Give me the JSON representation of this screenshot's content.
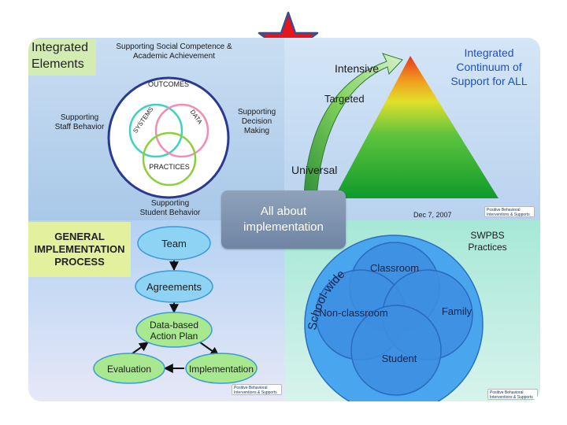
{
  "slide": {
    "callout_line1": "All about",
    "callout_line2": "implementation"
  },
  "integrated_elements": {
    "title_line1": "Integrated",
    "title_line2": "Elements",
    "top_label_line1": "Supporting Social Competence &",
    "top_label_line2": "Academic Achievement",
    "left_label_line1": "Supporting",
    "left_label_line2": "Staff Behavior",
    "right_label_line1": "Supporting",
    "right_label_line2": "Decision",
    "right_label_line3": "Making",
    "bottom_label_line1": "Supporting",
    "bottom_label_line2": "Student Behavior",
    "outcomes": "OUTCOMES",
    "systems": "SYSTEMS",
    "data": "DATA",
    "practices": "PRACTICES"
  },
  "continuum": {
    "title_line1": "Integrated",
    "title_line2": "Continuum of",
    "title_line3": "Support for ALL",
    "intensive": "Intensive",
    "targeted": "Targeted",
    "universal": "Universal",
    "date": "Dec 7, 2007",
    "pbis_line1": "Positive Behavioral",
    "pbis_line2": "Interventions & Supports"
  },
  "process": {
    "title_line1": "GENERAL",
    "title_line2": "IMPLEMENTATION",
    "title_line3": "PROCESS",
    "team": "Team",
    "agreements": "Agreements",
    "plan_line1": "Data-based",
    "plan_line2": "Action Plan",
    "evaluation": "Evaluation",
    "implementation": "Implementation",
    "pbis_line1": "Positive Behavioral",
    "pbis_line2": "Interventions & Supports"
  },
  "swpbs": {
    "title_line1": "SWPBS",
    "title_line2": "Practices",
    "school_wide": "School-wide",
    "classroom": "Classroom",
    "non_classroom": "Non-classroom",
    "family": "Family",
    "student": "Student",
    "pbis_line1": "Positive Behavioral",
    "pbis_line2": "Interventions & Supports"
  },
  "colors": {
    "star": "#e8141c",
    "star_outline": "#3a4d8f",
    "callout": "#7d90ad",
    "yellow_box": "#e3f19e",
    "process_node": "#8fd3f4",
    "eval_node": "#a8e88f",
    "swpbs_circle": "#3d8ee0"
  }
}
